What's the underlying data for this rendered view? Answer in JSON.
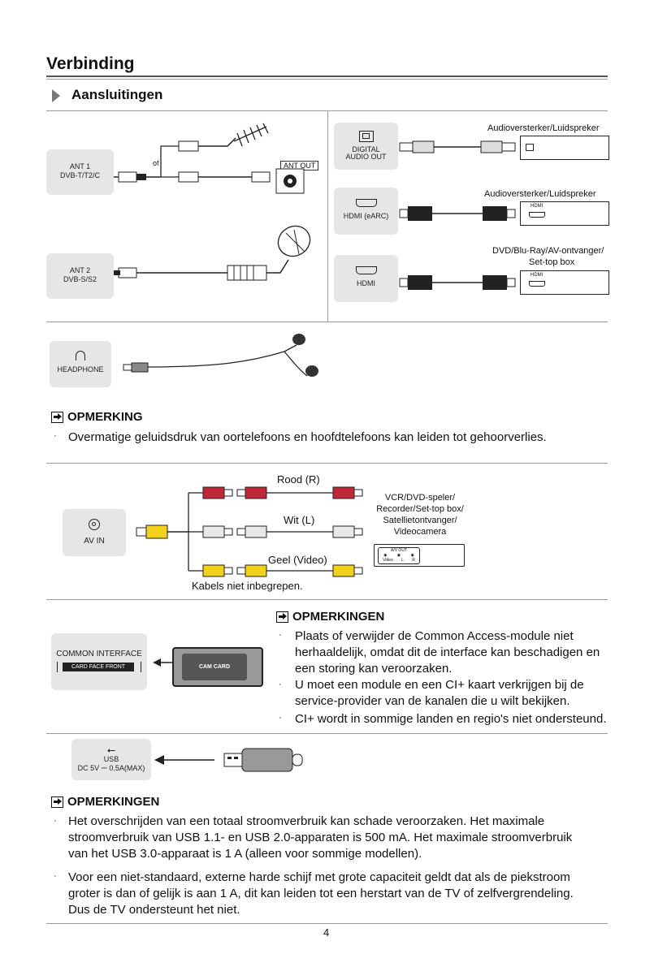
{
  "header": {
    "title": "Verbinding",
    "section": "Aansluitingen"
  },
  "antenna": {
    "ant1_line1": "ANT 1",
    "ant1_line2": "DVB-T/T2/C",
    "of": "of",
    "ant_out": "ANT OUT",
    "ant2_line1": "ANT 2",
    "ant2_line2": "DVB-S/S2"
  },
  "audio": {
    "digital_line1": "DIGITAL",
    "digital_line2": "AUDIO OUT",
    "dev1_label": "Audioversterker/Luidspreker",
    "hdmi_earc": "HDMI (eARC)",
    "dev2_label": "Audioversterker/Luidspreker",
    "dev2_port": "HDMI",
    "hdmi": "HDMI",
    "dev3_line1": "DVD/Blu-Ray/AV-ontvanger/",
    "dev3_line2": "Set-top box",
    "dev3_port": "HDMI"
  },
  "headphone": {
    "label": "HEADPHONE"
  },
  "note1": {
    "heading": "OPMERKING",
    "bullet": "·",
    "text": "Overmatige geluidsdruk van oortelefoons en hoofdtelefoons kan leiden tot gehoorverlies."
  },
  "av": {
    "label": "AV IN",
    "red": "Rood (R)",
    "white": "Wit (L)",
    "yellow": "Geel (Video)",
    "device_lines": [
      "VCR/DVD-speler/",
      "Recorder/Set-top box/",
      "Satellietontvanger/",
      "Videocamera"
    ],
    "av_out": "A/V OUT",
    "ports": [
      "Video",
      "L",
      "R"
    ],
    "cables_note": "Kabels niet inbegrepen."
  },
  "ci": {
    "label_line1": "COMMON INTERFACE",
    "label_line2": "CARD FACE FRONT",
    "cam_label": "CAM CARD",
    "heading": "OPMERKINGEN",
    "bullets": [
      [
        "Plaats of verwijder de Common Access-module niet",
        "herhaaldelijk, omdat dit de interface kan beschadigen en",
        "een storing kan veroorzaken."
      ],
      [
        "U moet een module en een CI+ kaart verkrijgen bij de",
        "service-provider van de kanalen die u wilt bekijken."
      ],
      [
        "CI+ wordt in sommige landen en regio's niet ondersteund."
      ]
    ]
  },
  "usb": {
    "label": "USB",
    "spec": "DC 5V ⎓ 0.5A(MAX)"
  },
  "note3": {
    "heading": "OPMERKINGEN",
    "bullets": [
      [
        "Het overschrijden van een totaal stroomverbruik kan schade veroorzaken. Het maximale",
        "stroomverbruik van USB 1.1- en USB 2.0-apparaten is 500 mA. Het maximale stroomverbruik",
        "van het USB 3.0-apparaat is 1 A (alleen voor sommige modellen)."
      ],
      [
        "Voor een niet-standaard, externe harde schijf met grote capaciteit geldt dat als de piekstroom",
        "groter is dan of gelijk is aan 1 A, dit kan leiden tot een herstart van de TV of zelfvergrendeling.",
        "Dus de TV ondersteunt het niet."
      ]
    ]
  },
  "footer": {
    "page_number": "4"
  }
}
